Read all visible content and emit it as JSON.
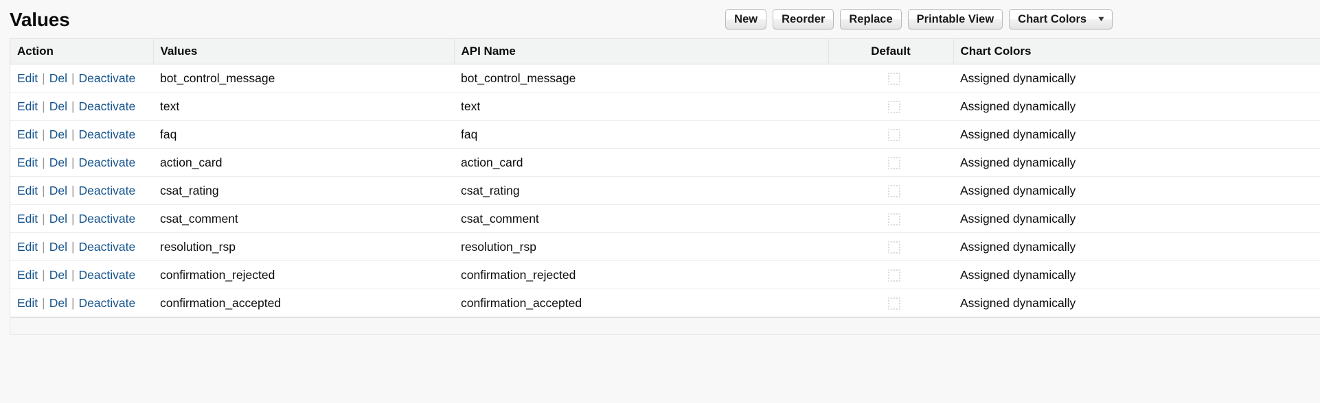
{
  "header": {
    "title": "Values",
    "buttons": [
      {
        "label": "New",
        "name": "new-button"
      },
      {
        "label": "Reorder",
        "name": "reorder-button"
      },
      {
        "label": "Replace",
        "name": "replace-button"
      },
      {
        "label": "Printable View",
        "name": "printable-view-button"
      }
    ],
    "dropdown": {
      "label": "Chart Colors",
      "caret": "▼"
    }
  },
  "table": {
    "columns": [
      {
        "label": "Action",
        "align": "left"
      },
      {
        "label": "Values",
        "align": "left"
      },
      {
        "label": "API Name",
        "align": "left"
      },
      {
        "label": "Default",
        "align": "center"
      },
      {
        "label": "Chart Colors",
        "align": "left"
      }
    ],
    "actions": {
      "edit": "Edit",
      "del": "Del",
      "deactivate": "Deactivate",
      "separator": "|"
    },
    "rows": [
      {
        "value": "bot_control_message",
        "api_name": "bot_control_message",
        "default": false,
        "chart_colors": "Assigned dynamically"
      },
      {
        "value": "text",
        "api_name": "text",
        "default": false,
        "chart_colors": "Assigned dynamically"
      },
      {
        "value": "faq",
        "api_name": "faq",
        "default": false,
        "chart_colors": "Assigned dynamically"
      },
      {
        "value": "action_card",
        "api_name": "action_card",
        "default": false,
        "chart_colors": "Assigned dynamically"
      },
      {
        "value": "csat_rating",
        "api_name": "csat_rating",
        "default": false,
        "chart_colors": "Assigned dynamically"
      },
      {
        "value": "csat_comment",
        "api_name": "csat_comment",
        "default": false,
        "chart_colors": "Assigned dynamically"
      },
      {
        "value": "resolution_rsp",
        "api_name": "resolution_rsp",
        "default": false,
        "chart_colors": "Assigned dynamically"
      },
      {
        "value": "confirmation_rejected",
        "api_name": "confirmation_rejected",
        "default": false,
        "chart_colors": "Assigned dynamically"
      },
      {
        "value": "confirmation_accepted",
        "api_name": "confirmation_accepted",
        "default": false,
        "chart_colors": "Assigned dynamically"
      }
    ]
  },
  "colors": {
    "link": "#15538c",
    "header_bg": "#f2f3f3",
    "page_bg": "#f8f8f8"
  }
}
